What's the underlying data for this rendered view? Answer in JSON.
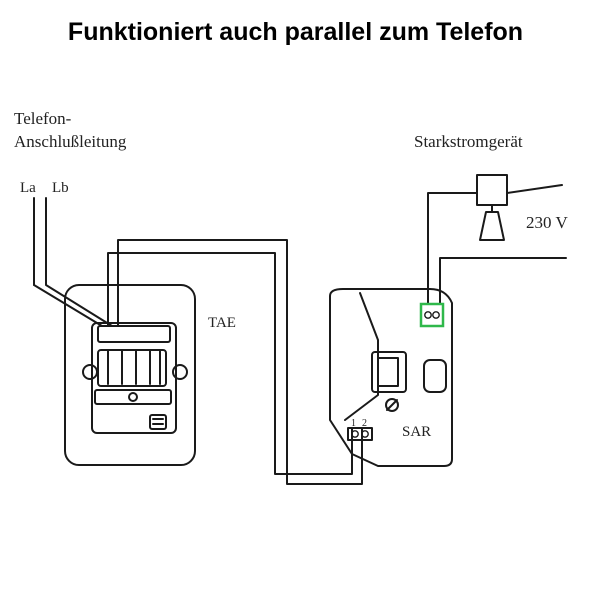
{
  "title": "Funktioniert auch parallel zum Telefon",
  "labels": {
    "line_line1": "Telefon-",
    "line_line2": "Anschlußleitung",
    "wire_a": "La",
    "wire_b": "Lb",
    "appliance": "Starkstromgerät",
    "voltage": "230 V",
    "tae": "TAE",
    "sar": "SAR",
    "terminal_1": "1",
    "terminal_2": "2"
  },
  "colors": {
    "line": "#1a1a1a",
    "highlight": "#2fb84a"
  }
}
